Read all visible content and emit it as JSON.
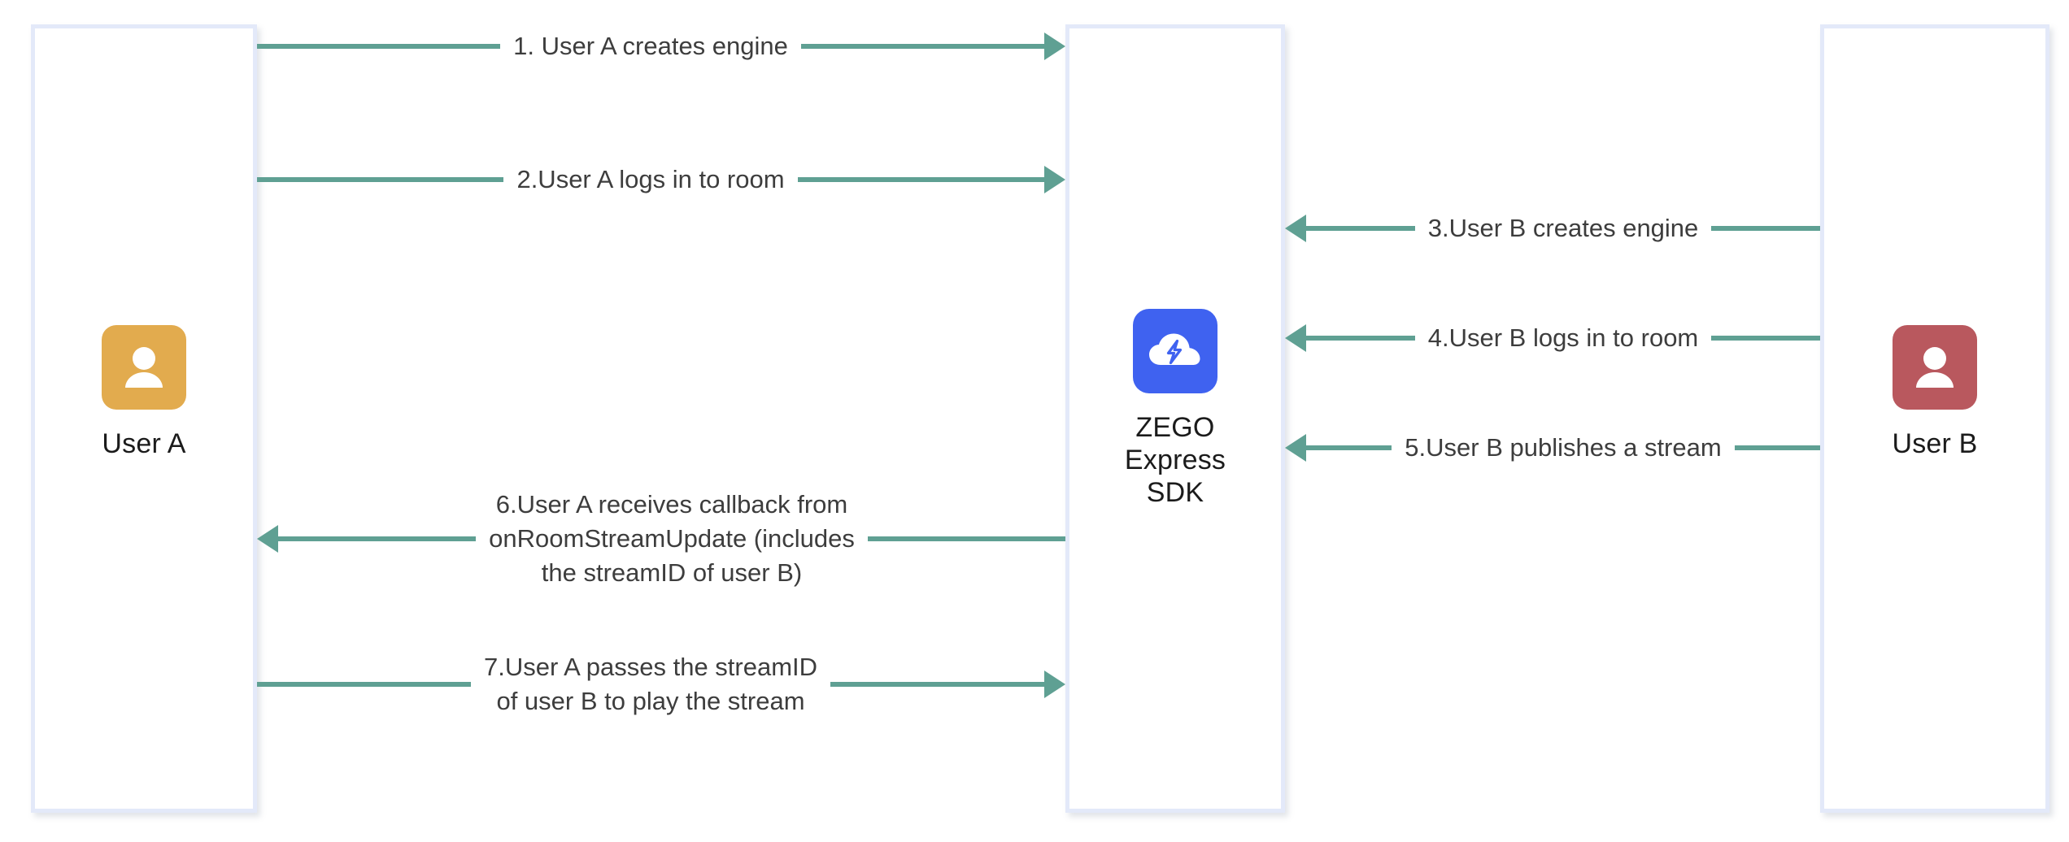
{
  "diagram": {
    "title": "ZEGO Express SDK publish/play stream sequence",
    "colors": {
      "arrow": "#5fa093",
      "lifeline_border": "#e3e9f9",
      "user_a_avatar": "#e2ab4e",
      "user_b_avatar": "#b9585e",
      "zego_brand": "#3f62f0",
      "text": "#3d3d3d",
      "background": "#ffffff"
    }
  },
  "actors": [
    {
      "id": "user-a",
      "label": "User A",
      "icon": "person-avatar-icon",
      "color": "#e2ab4e"
    },
    {
      "id": "zego-sdk",
      "label": "ZEGO\nExpress\nSDK",
      "icon": "zego-cloud-lightning-logo",
      "color": "#3f62f0"
    },
    {
      "id": "user-b",
      "label": "User B",
      "icon": "person-avatar-icon",
      "color": "#b9585e"
    }
  ],
  "messages": [
    {
      "number": "1",
      "text": "1. User A creates engine",
      "from": "user-a",
      "to": "zego-sdk",
      "direction": "right"
    },
    {
      "number": "2",
      "text": "2.User A logs in to room",
      "from": "user-a",
      "to": "zego-sdk",
      "direction": "right"
    },
    {
      "number": "3",
      "text": "3.User B creates engine",
      "from": "user-b",
      "to": "zego-sdk",
      "direction": "left"
    },
    {
      "number": "4",
      "text": "4.User B logs in to room",
      "from": "user-b",
      "to": "zego-sdk",
      "direction": "left"
    },
    {
      "number": "5",
      "text": "5.User B publishes a stream",
      "from": "user-b",
      "to": "zego-sdk",
      "direction": "left"
    },
    {
      "number": "6",
      "text": "6.User A receives callback from\nonRoomStreamUpdate (includes\nthe streamID of user B)",
      "from": "zego-sdk",
      "to": "user-a",
      "direction": "left"
    },
    {
      "number": "7",
      "text": "7.User A passes the streamID\nof user B to play the stream",
      "from": "user-a",
      "to": "zego-sdk",
      "direction": "right"
    }
  ]
}
